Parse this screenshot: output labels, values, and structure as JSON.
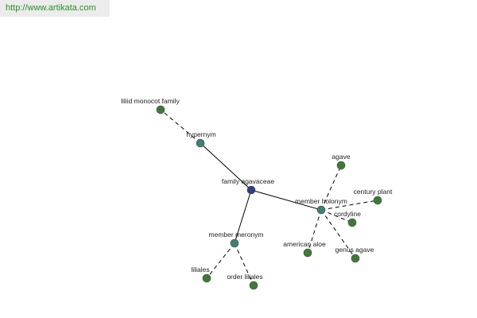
{
  "site_url": "http://www.artikata.com",
  "colors": {
    "center_node": "#2f3f86",
    "relation_node": "#3f7f78",
    "leaf_node": "#3e7a36",
    "banner_text": "#2c8c2c"
  },
  "nodes": [
    {
      "id": "center",
      "label": "family agavaceae",
      "kind": "center"
    },
    {
      "id": "hypernym",
      "label": "hypernym",
      "kind": "relation"
    },
    {
      "id": "liliid",
      "label": "liliid monocot family",
      "kind": "leaf"
    },
    {
      "id": "member_holonym",
      "label": "member holonym",
      "kind": "relation"
    },
    {
      "id": "agave",
      "label": "agave",
      "kind": "leaf"
    },
    {
      "id": "century_plant",
      "label": "century plant",
      "kind": "leaf"
    },
    {
      "id": "cordyline",
      "label": "cordyline",
      "kind": "leaf"
    },
    {
      "id": "american_aloe",
      "label": "american aloe",
      "kind": "leaf"
    },
    {
      "id": "genus_agave",
      "label": "genus agave",
      "kind": "leaf"
    },
    {
      "id": "member_meronym",
      "label": "member meronym",
      "kind": "relation"
    },
    {
      "id": "liliales",
      "label": "liliales",
      "kind": "leaf"
    },
    {
      "id": "order_liliales",
      "label": "order liliales",
      "kind": "leaf"
    }
  ],
  "edges": [
    {
      "from": "center",
      "to": "hypernym",
      "style": "solid"
    },
    {
      "from": "center",
      "to": "member_holonym",
      "style": "solid"
    },
    {
      "from": "center",
      "to": "member_meronym",
      "style": "solid"
    },
    {
      "from": "hypernym",
      "to": "liliid",
      "style": "dashed"
    },
    {
      "from": "member_holonym",
      "to": "agave",
      "style": "dashed"
    },
    {
      "from": "member_holonym",
      "to": "century_plant",
      "style": "dashed"
    },
    {
      "from": "member_holonym",
      "to": "cordyline",
      "style": "dashed"
    },
    {
      "from": "member_holonym",
      "to": "american_aloe",
      "style": "dashed"
    },
    {
      "from": "member_holonym",
      "to": "genus_agave",
      "style": "dashed"
    },
    {
      "from": "member_meronym",
      "to": "liliales",
      "style": "dashed"
    },
    {
      "from": "member_meronym",
      "to": "order_liliales",
      "style": "dashed"
    }
  ]
}
